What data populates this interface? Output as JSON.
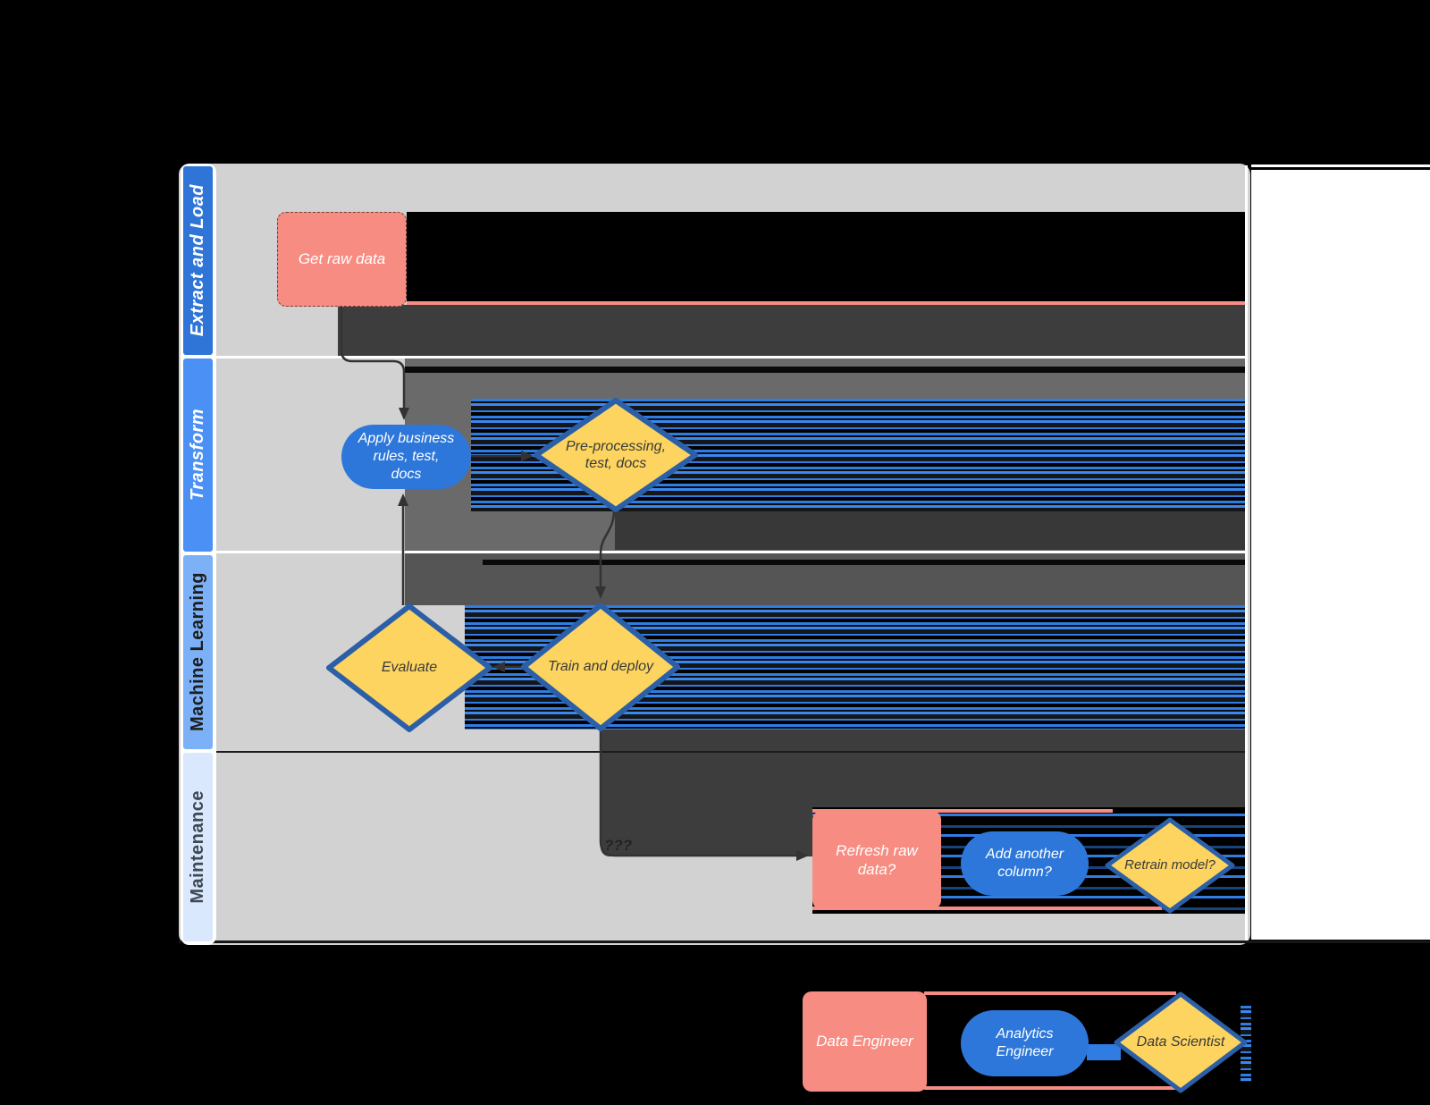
{
  "page": {
    "background": "#000000"
  },
  "swimlane": {
    "body_color": "#d2d2d2",
    "lanes": [
      {
        "label": "Extract and Load",
        "header_color": "#2f75d8",
        "label_color": "#ffffff"
      },
      {
        "label": "Transform",
        "header_color": "#4a90f5",
        "label_color": "#ffffff"
      },
      {
        "label": "Machine Learning",
        "header_color": "#7cb1f7",
        "label_color": "#1d1d1d"
      },
      {
        "label": "Maintenance",
        "header_color": "#d9e8fd",
        "label_color": "#3f4854"
      }
    ]
  },
  "nodes": {
    "get_raw_data": {
      "label": "Get raw data",
      "shape": "rectangle",
      "role": "Data Engineer"
    },
    "apply_rules": {
      "label": "Apply business\nrules, test,\ndocs",
      "shape": "stadium",
      "role": "Analytics Engineer"
    },
    "pre_processing": {
      "label": "Pre-processing,\ntest, docs",
      "shape": "diamond",
      "role": "Data Scientist"
    },
    "evaluate": {
      "label": "Evaluate",
      "shape": "diamond",
      "role": "Data Scientist"
    },
    "train_deploy": {
      "label": "Train and deploy",
      "shape": "diamond",
      "role": "Data Scientist"
    },
    "refresh_raw": {
      "label": "Refresh raw\ndata?",
      "shape": "rectangle",
      "role": "Data Engineer"
    },
    "add_column": {
      "label": "Add another\ncolumn?",
      "shape": "stadium",
      "role": "Analytics Engineer"
    },
    "retrain": {
      "label": "Retrain model?",
      "shape": "diamond",
      "role": "Data Scientist"
    }
  },
  "connectors": {
    "train_to_refresh_label": "???"
  },
  "legend": {
    "data_engineer": {
      "label": "Data Engineer",
      "shape": "rectangle",
      "color": "#f78d82"
    },
    "analytics_engineer": {
      "label": "Analytics\nEngineer",
      "shape": "stadium",
      "color": "#2e77da"
    },
    "data_scientist": {
      "label": "Data Scientist",
      "shape": "diamond",
      "color": "#fcd45f"
    }
  },
  "colors": {
    "salmon": "#f78d82",
    "process_blue": "#2e77da",
    "decision_yellow": "#fcd45f",
    "decision_border": "#2b5fa8",
    "lane_body_gray": "#d2d2d2",
    "glitch_dark": "#3d3d3d",
    "glitch_mid": "#6a6a6a",
    "streak_blue": "#2f7de2"
  }
}
